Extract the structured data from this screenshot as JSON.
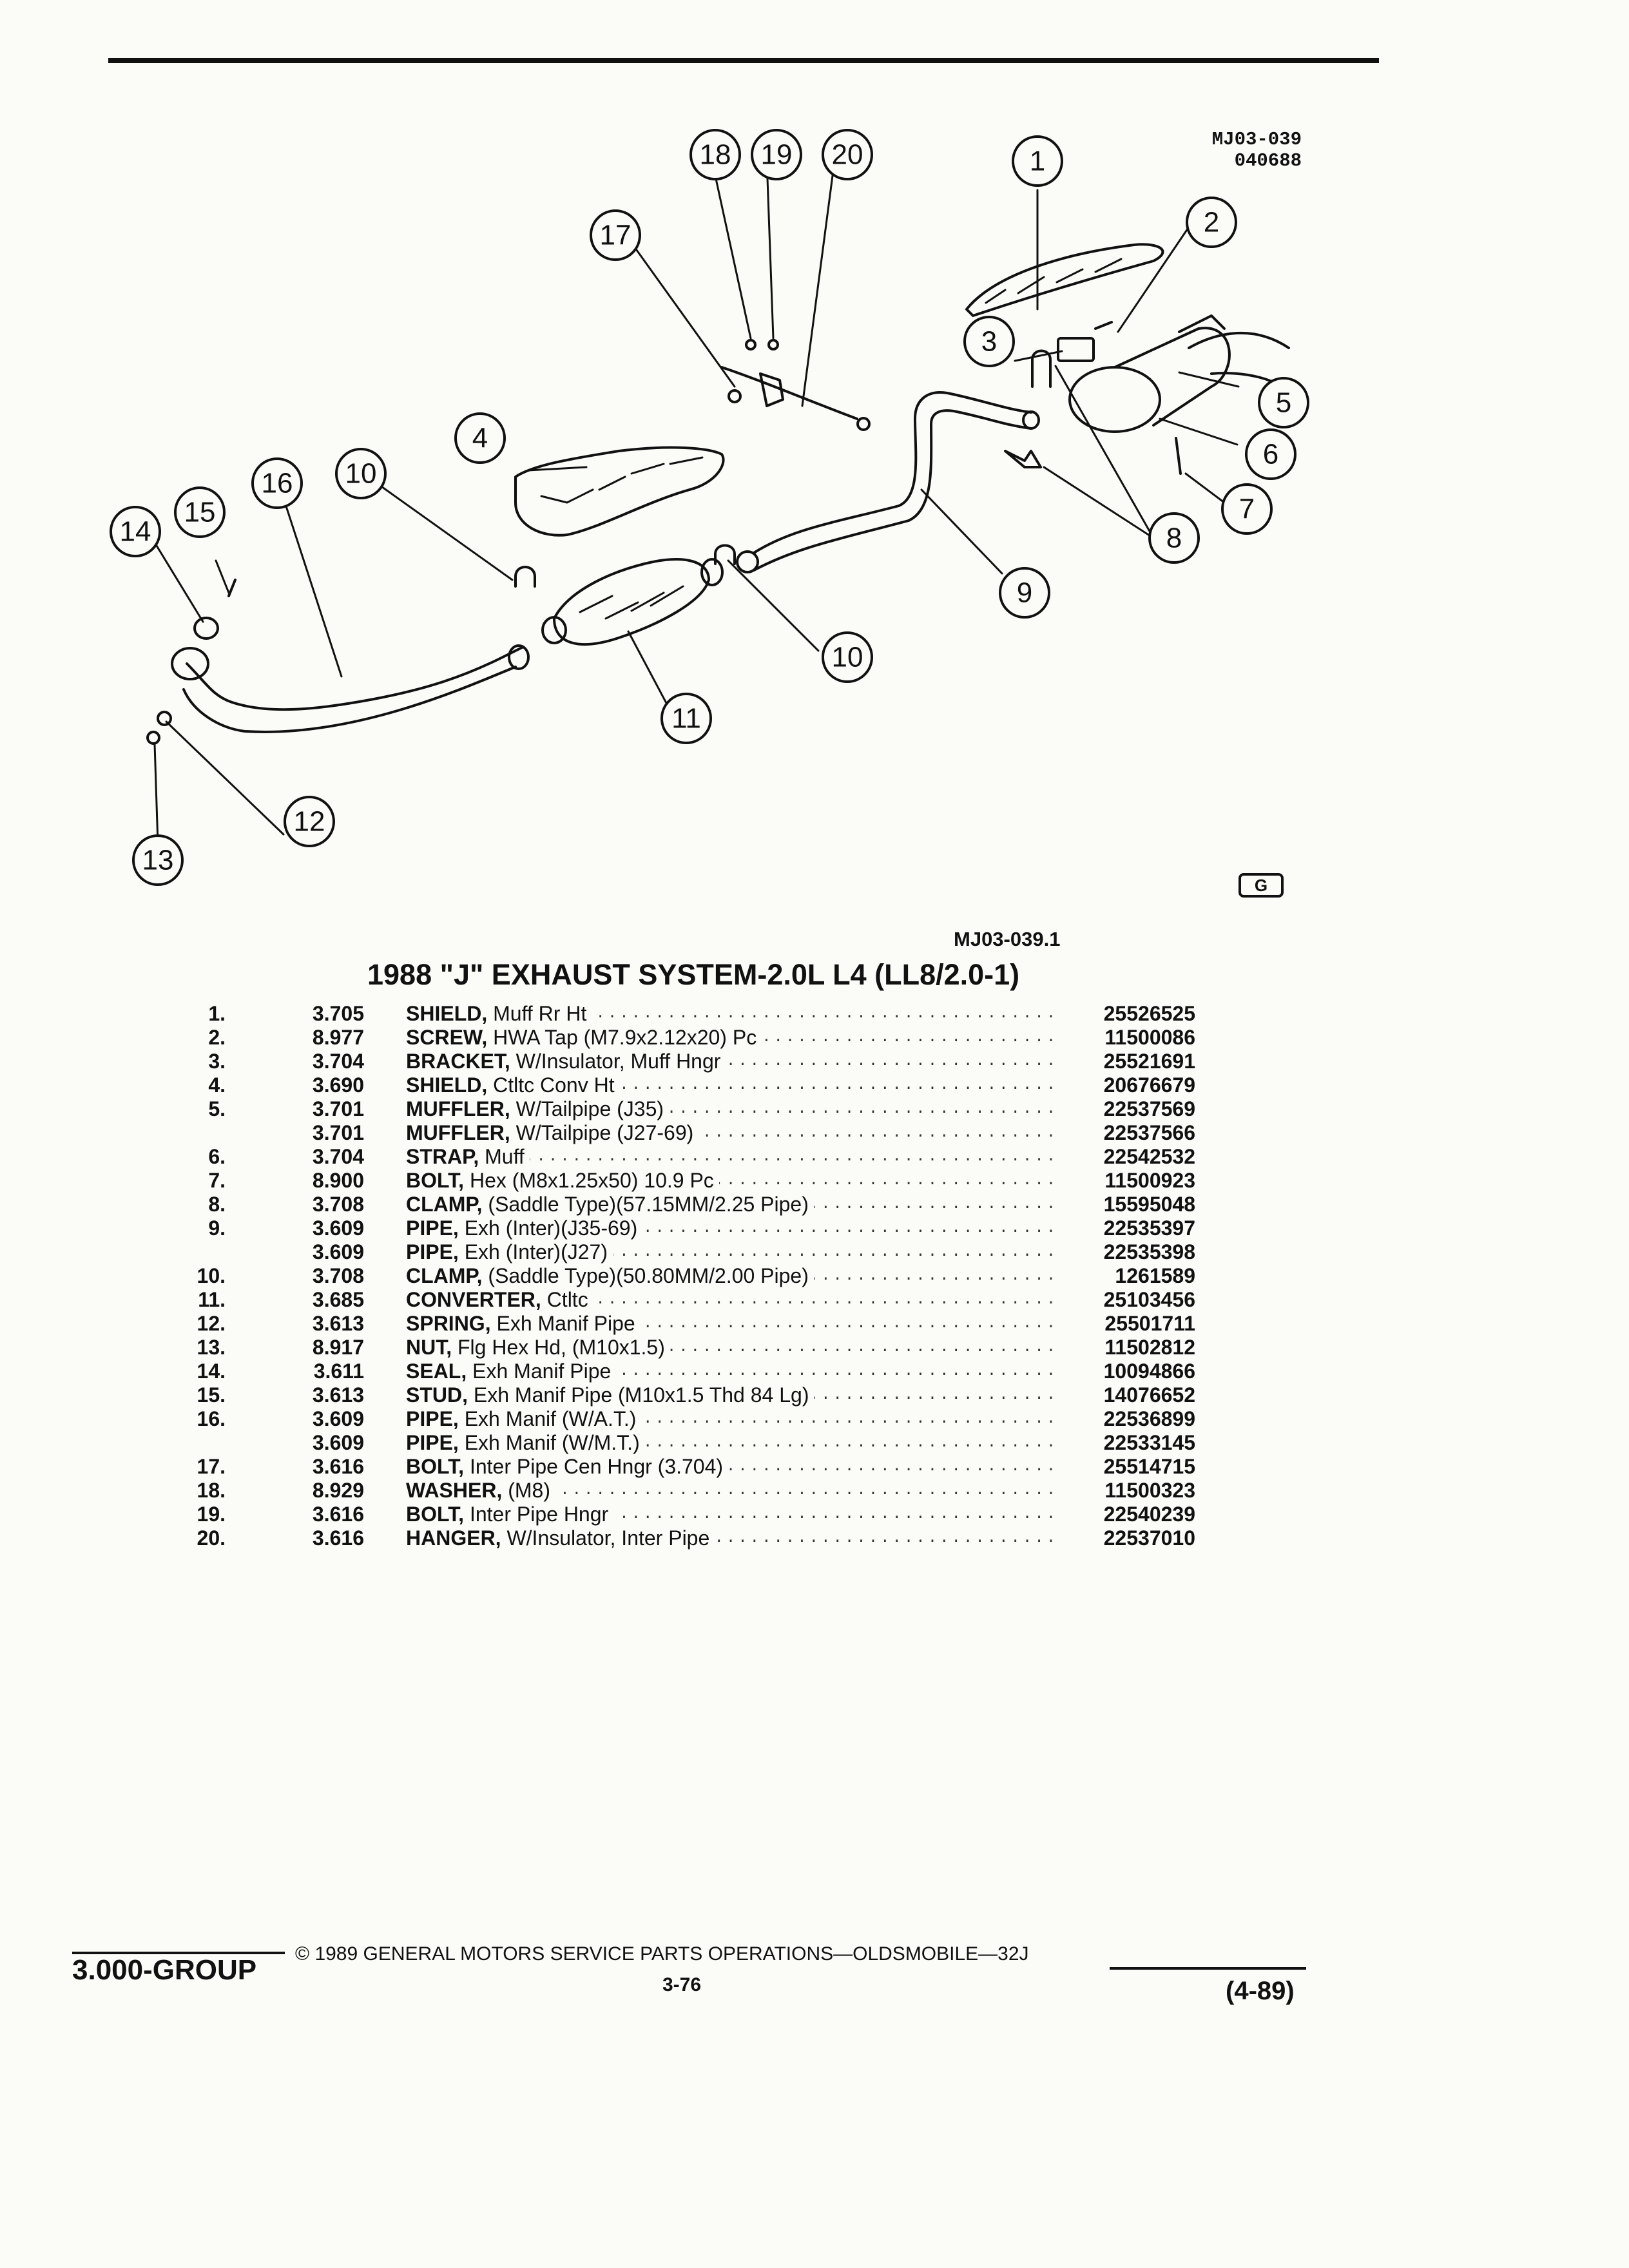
{
  "header": {
    "code_lines": [
      "MJ03-039",
      "040688"
    ]
  },
  "diagram": {
    "callouts": [
      "1",
      "2",
      "3",
      "4",
      "5",
      "6",
      "7",
      "8",
      "9",
      "10",
      "10",
      "11",
      "12",
      "13",
      "14",
      "15",
      "16",
      "17",
      "18",
      "19",
      "20"
    ],
    "logo_letter": "G"
  },
  "figure_id": "MJ03-039.1",
  "title": "1988 \"J\" EXHAUST SYSTEM-2.0L L4 (LL8/2.0-1)",
  "parts": [
    {
      "num": "1.",
      "group": "3.705",
      "name": "SHIELD,",
      "rest": "Muff Rr Ht",
      "part": "25526525"
    },
    {
      "num": "2.",
      "group": "8.977",
      "name": "SCREW,",
      "rest": "HWA Tap (M7.9x2.12x20) Pc",
      "part": "11500086"
    },
    {
      "num": "3.",
      "group": "3.704",
      "name": "BRACKET,",
      "rest": "W/Insulator, Muff Hngr",
      "part": "25521691"
    },
    {
      "num": "4.",
      "group": "3.690",
      "name": "SHIELD,",
      "rest": "Ctltc Conv Ht",
      "part": "20676679"
    },
    {
      "num": "5.",
      "group": "3.701",
      "name": "MUFFLER,",
      "rest": "W/Tailpipe (J35)",
      "part": "22537569"
    },
    {
      "num": "",
      "group": "3.701",
      "name": "MUFFLER,",
      "rest": "W/Tailpipe (J27-69)",
      "part": "22537566"
    },
    {
      "num": "6.",
      "group": "3.704",
      "name": "STRAP,",
      "rest": "Muff",
      "part": "22542532"
    },
    {
      "num": "7.",
      "group": "8.900",
      "name": "BOLT,",
      "rest": "Hex (M8x1.25x50) 10.9 Pc",
      "part": "11500923"
    },
    {
      "num": "8.",
      "group": "3.708",
      "name": "CLAMP,",
      "rest": "(Saddle Type)(57.15MM/2.25 Pipe)",
      "part": "15595048"
    },
    {
      "num": "9.",
      "group": "3.609",
      "name": "PIPE,",
      "rest": "Exh (Inter)(J35-69)",
      "part": "22535397"
    },
    {
      "num": "",
      "group": "3.609",
      "name": "PIPE,",
      "rest": "Exh (Inter)(J27)",
      "part": "22535398"
    },
    {
      "num": "10.",
      "group": "3.708",
      "name": "CLAMP,",
      "rest": "(Saddle Type)(50.80MM/2.00 Pipe)",
      "part": "1261589"
    },
    {
      "num": "11.",
      "group": "3.685",
      "name": "CONVERTER,",
      "rest": "Ctltc",
      "part": "25103456"
    },
    {
      "num": "12.",
      "group": "3.613",
      "name": "SPRING,",
      "rest": "Exh Manif Pipe",
      "part": "25501711"
    },
    {
      "num": "13.",
      "group": "8.917",
      "name": "NUT,",
      "rest": "Flg Hex Hd, (M10x1.5)",
      "part": "11502812"
    },
    {
      "num": "14.",
      "group": "3.611",
      "name": "SEAL,",
      "rest": "Exh Manif Pipe",
      "part": "10094866"
    },
    {
      "num": "15.",
      "group": "3.613",
      "name": "STUD,",
      "rest": "Exh Manif Pipe (M10x1.5 Thd 84 Lg)",
      "part": "14076652"
    },
    {
      "num": "16.",
      "group": "3.609",
      "name": "PIPE,",
      "rest": "Exh Manif (W/A.T.)",
      "part": "22536899"
    },
    {
      "num": "",
      "group": "3.609",
      "name": "PIPE,",
      "rest": "Exh Manif (W/M.T.)",
      "part": "22533145"
    },
    {
      "num": "17.",
      "group": "3.616",
      "name": "BOLT,",
      "rest": "Inter Pipe Cen Hngr (3.704)",
      "part": "25514715"
    },
    {
      "num": "18.",
      "group": "8.929",
      "name": "WASHER,",
      "rest": "(M8)",
      "part": "11500323"
    },
    {
      "num": "19.",
      "group": "3.616",
      "name": "BOLT,",
      "rest": "Inter Pipe Hngr",
      "part": "22540239"
    },
    {
      "num": "20.",
      "group": "3.616",
      "name": "HANGER,",
      "rest": "W/Insulator, Inter Pipe",
      "part": "22537010"
    }
  ],
  "footer": {
    "copyright": "© 1989 GENERAL MOTORS SERVICE PARTS OPERATIONS—OLDSMOBILE—32J",
    "page_no": "3-76",
    "group_label": "3.000-GROUP",
    "revision": "(4-89)"
  }
}
